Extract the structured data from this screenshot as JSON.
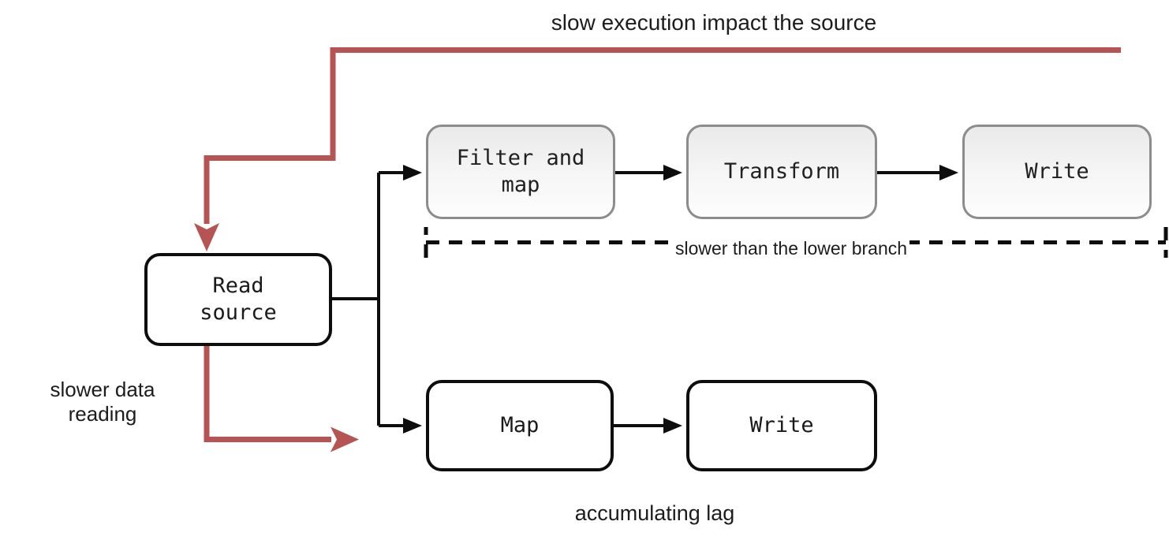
{
  "labels": {
    "top": "slow execution impact the source",
    "left": "slower data\nreading",
    "dashed": "slower than the lower branch",
    "bottom": "accumulating lag"
  },
  "nodes": {
    "read_source": {
      "label": "Read\nsource"
    },
    "filter_map": {
      "label": "Filter and\nmap"
    },
    "transform": {
      "label": "Transform"
    },
    "write_upper": {
      "label": "Write"
    },
    "map": {
      "label": "Map"
    },
    "write_lower": {
      "label": "Write"
    }
  },
  "icons": {
    "black_arrowhead": "right-pointing solid triangle",
    "red_arrowhead": "right/down-pointing chevron arrow"
  },
  "colors": {
    "accent_red": "#b55452",
    "line_black": "#0d0d0d",
    "gray_box_border": "#8c8c8c",
    "gray_box_fill_top": "#eaeaea",
    "gray_box_fill_bottom": "#fdfdfd"
  }
}
